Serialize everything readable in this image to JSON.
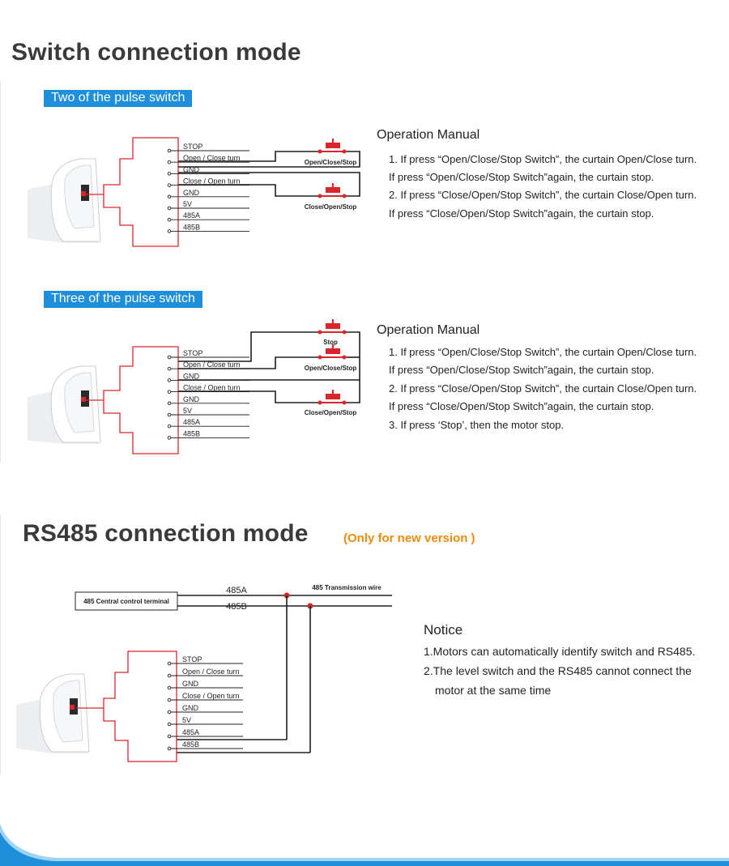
{
  "switch_section": {
    "title": "Switch connection mode",
    "two_pulse": {
      "tag": "Two of the pulse switch",
      "terminals": [
        "STOP",
        "Open / Close turn",
        "GND",
        "Close / Open turn",
        "GND",
        "5V",
        "485A",
        "485B"
      ],
      "switch_labels": [
        "Open/Close/Stop",
        "Close/Open/Stop"
      ],
      "manual_title": "Operation Manual",
      "manual_lines": [
        "1. If  press “Open/Close/Stop Switch”, the curtain Open/Close turn.",
        "If  press “Open/Close/Stop Switch”again, the curtain stop.",
        "2. If  press “Close/Open/Stop Switch”, the curtain Close/Open turn.",
        "If  press “Close/Open/Stop Switch”again, the curtain stop."
      ]
    },
    "three_pulse": {
      "tag": "Three of the pulse switch",
      "terminals": [
        "STOP",
        "Open / Close turn",
        "GND",
        "Close / Open turn",
        "GND",
        "5V",
        "485A",
        "485B"
      ],
      "switch_labels": [
        "Stop",
        "Open/Close/Stop",
        "Close/Open/Stop"
      ],
      "manual_title": "Operation Manual",
      "manual_lines": [
        "1. If  press “Open/Close/Stop Switch”, the curtain Open/Close turn.",
        "If  press “Open/Close/Stop Switch”again, the curtain stop.",
        "2. If  press “Close/Open/Stop Switch”, the curtain Close/Open turn.",
        "If  press “Close/Open/Stop Switch”again, the curtain stop.",
        "3. If press ‘Stop’, then the motor stop."
      ]
    }
  },
  "rs485_section": {
    "title": "RS485 connection mode",
    "note": "(Only  for new version )",
    "terminal_box": "485 Central control terminal",
    "bus_labels": [
      "485A",
      "485B"
    ],
    "wire_label": "485 Transmission wire",
    "terminals": [
      "STOP",
      "Open / Close turn",
      "GND",
      "Close / Open turn",
      "GND",
      "5V",
      "485A",
      "485B"
    ],
    "notice_title": "Notice",
    "notice_lines": [
      "1.Motors can automatically identify switch and RS485.",
      "2.The level switch and the RS485 cannot connect the",
      "motor at the same time"
    ]
  },
  "colors": {
    "accent_blue": "#1f8fdc",
    "wiring_red": "#d9262b",
    "note_orange": "#f08a10"
  }
}
